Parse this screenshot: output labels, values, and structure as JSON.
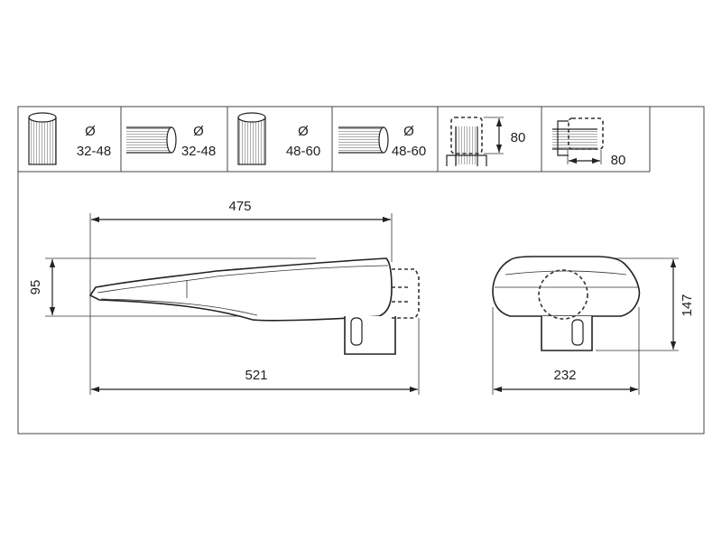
{
  "mounting_options": [
    {
      "symbol": "Ø",
      "range": "32-48",
      "orientation": "vertical"
    },
    {
      "symbol": "Ø",
      "range": "32-48",
      "orientation": "horizontal"
    },
    {
      "symbol": "Ø",
      "range": "48-60",
      "orientation": "vertical"
    },
    {
      "symbol": "Ø",
      "range": "48-60",
      "orientation": "horizontal"
    },
    {
      "depth": "80",
      "orientation": "post-top"
    },
    {
      "depth": "80",
      "orientation": "side-entry"
    }
  ],
  "side_view": {
    "length_top": "475",
    "length_total": "521",
    "height": "95"
  },
  "end_view": {
    "width": "232",
    "height": "147"
  }
}
